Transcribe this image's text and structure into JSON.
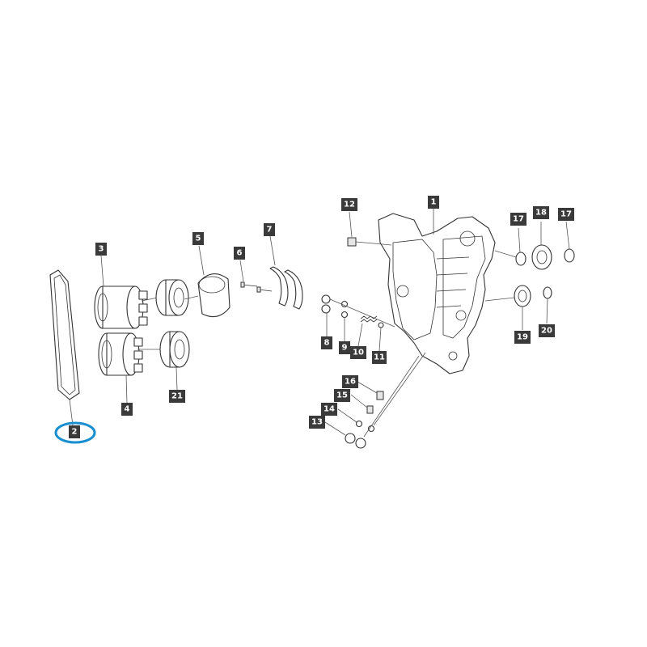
{
  "diagram": {
    "highlight_color": "#1a8fd0",
    "highlighted_part": "2",
    "callouts": [
      {
        "id": "p1",
        "label": "1"
      },
      {
        "id": "p2",
        "label": "2"
      },
      {
        "id": "p3",
        "label": "3"
      },
      {
        "id": "p4",
        "label": "4"
      },
      {
        "id": "p5",
        "label": "5"
      },
      {
        "id": "p6",
        "label": "6"
      },
      {
        "id": "p7",
        "label": "7"
      },
      {
        "id": "p8",
        "label": "8"
      },
      {
        "id": "p9",
        "label": "9"
      },
      {
        "id": "p10",
        "label": "10"
      },
      {
        "id": "p11",
        "label": "11"
      },
      {
        "id": "p12",
        "label": "12"
      },
      {
        "id": "p13",
        "label": "13"
      },
      {
        "id": "p14",
        "label": "14"
      },
      {
        "id": "p15",
        "label": "15"
      },
      {
        "id": "p16",
        "label": "16"
      },
      {
        "id": "p17a",
        "label": "17"
      },
      {
        "id": "p17b",
        "label": "17"
      },
      {
        "id": "p18",
        "label": "18"
      },
      {
        "id": "p19",
        "label": "19"
      },
      {
        "id": "p20",
        "label": "20"
      },
      {
        "id": "p21",
        "label": "21"
      }
    ]
  }
}
